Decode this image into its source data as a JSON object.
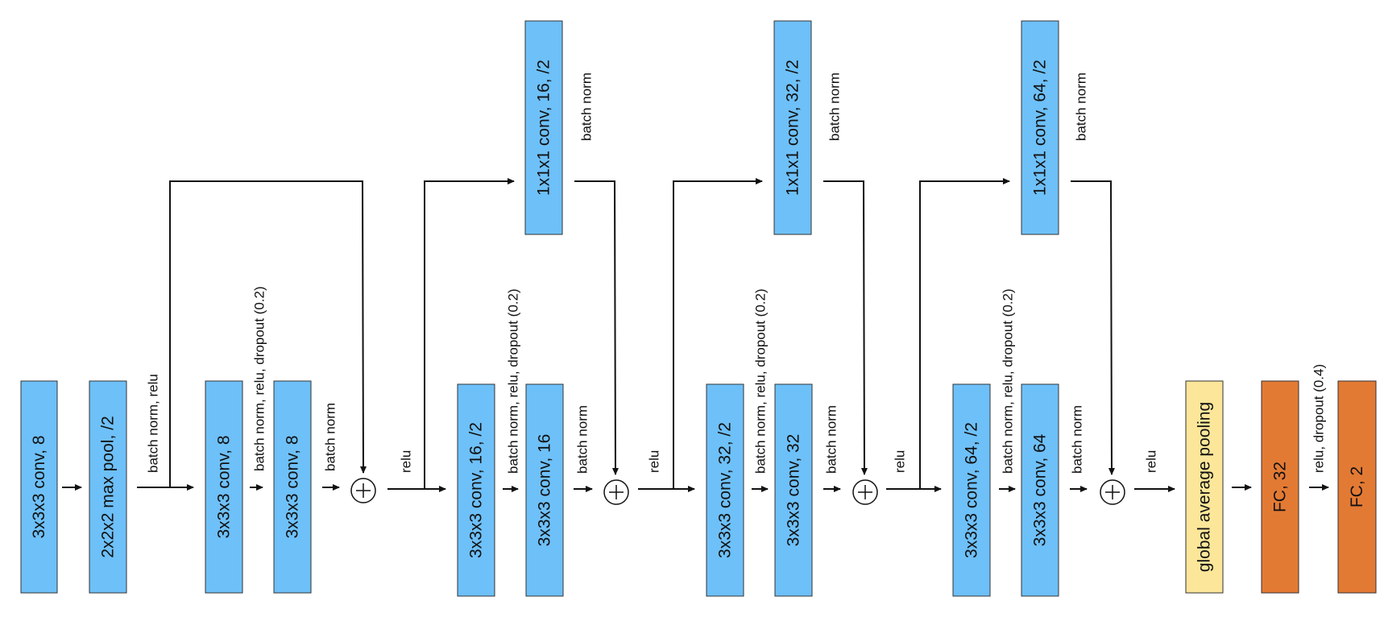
{
  "colors": {
    "conv_block": "#6ec0f8",
    "pool_block": "#fbe699",
    "fc_block": "#e37a34",
    "line": "#111111"
  },
  "blocks": {
    "conv_initial": "3x3x3 conv, 8",
    "max_pool": "2x2x2 max pool, /2",
    "conv_8_a": "3x3x3 conv, 8",
    "conv_8_b": "3x3x3 conv, 8",
    "conv_16_down": "3x3x3 conv, 16, /2",
    "conv_16": "3x3x3 conv, 16",
    "skip_conv_16": "1x1x1 conv, 16, /2",
    "conv_32_down": "3x3x3 conv, 32, /2",
    "conv_32": "3x3x3 conv, 32",
    "skip_conv_32": "1x1x1 conv, 32, /2",
    "conv_64_down": "3x3x3 conv, 64, /2",
    "conv_64": "3x3x3 conv, 64",
    "skip_conv_64": "1x1x1 conv, 64, /2",
    "global_pool": "global average pooling",
    "fc_32": "FC, 32",
    "fc_2": "FC, 2"
  },
  "ops": {
    "bn_relu": "batch norm, relu",
    "bn_relu_dropout_02": "batch norm, relu, dropout (0.2)",
    "batch_norm": "batch norm",
    "relu": "relu",
    "relu_dropout_04": "relu, dropout (0.4)"
  }
}
